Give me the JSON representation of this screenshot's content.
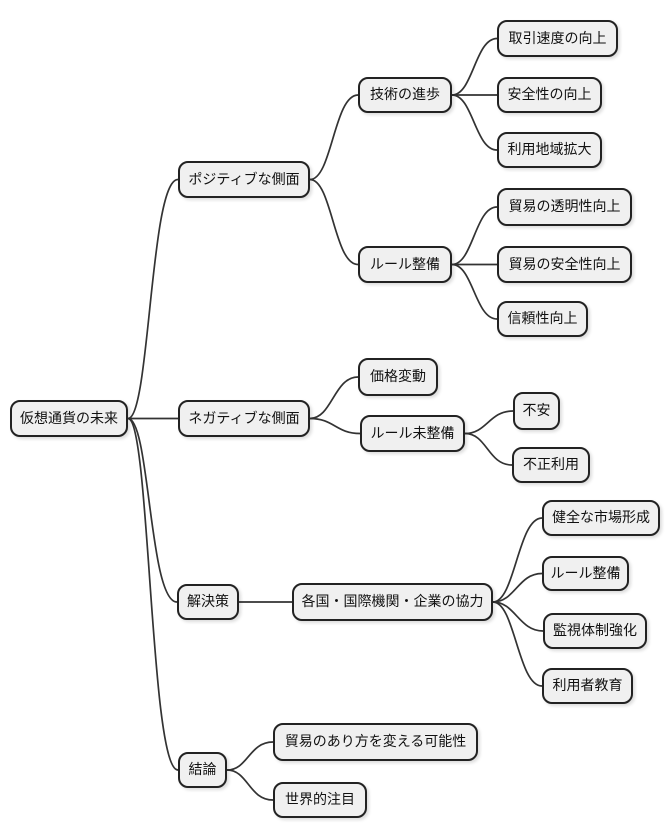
{
  "mindmap": {
    "root": {
      "label": "仮想通貨の未来"
    },
    "branches": [
      {
        "label": "ポジティブな側面",
        "children": [
          {
            "label": "技術の進歩",
            "children": [
              {
                "label": "取引速度の向上"
              },
              {
                "label": "安全性の向上"
              },
              {
                "label": "利用地域拡大"
              }
            ]
          },
          {
            "label": "ルール整備",
            "children": [
              {
                "label": "貿易の透明性向上"
              },
              {
                "label": "貿易の安全性向上"
              },
              {
                "label": "信頼性向上"
              }
            ]
          }
        ]
      },
      {
        "label": "ネガティブな側面",
        "children": [
          {
            "label": "価格変動",
            "children": []
          },
          {
            "label": "ルール未整備",
            "children": [
              {
                "label": "不安"
              },
              {
                "label": "不正利用"
              }
            ]
          }
        ]
      },
      {
        "label": "解決策",
        "children": [
          {
            "label": "各国・国際機関・企業の協力",
            "children": [
              {
                "label": "健全な市場形成"
              },
              {
                "label": "ルール整備"
              },
              {
                "label": "監視体制強化"
              },
              {
                "label": "利用者教育"
              }
            ]
          }
        ]
      },
      {
        "label": "結論",
        "children": [
          {
            "label": "貿易のあり方を変える可能性"
          },
          {
            "label": "世界的注目"
          }
        ]
      }
    ]
  },
  "theme": {
    "background": "#ffffff",
    "node_fill": "#f0f0f0",
    "node_border": "#222222",
    "edge_color": "#333333",
    "text_color": "#111111"
  }
}
